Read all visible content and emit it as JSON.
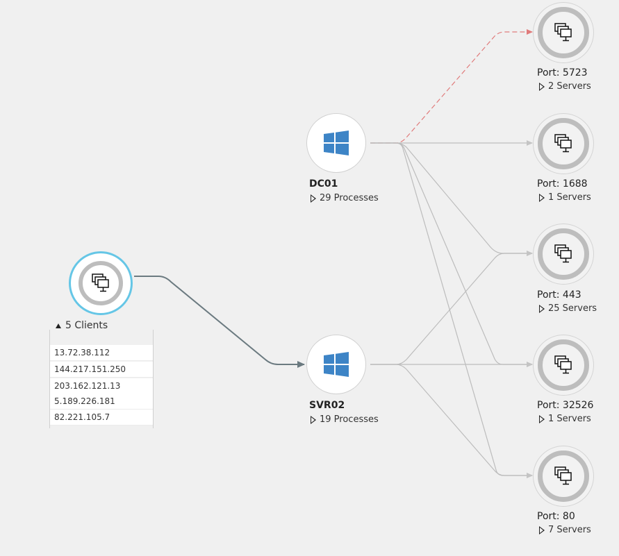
{
  "client_group": {
    "label": "5 Clients",
    "ips": [
      "13.72.38.112",
      "144.217.151.250",
      "203.162.121.13",
      "5.189.226.181",
      "82.221.105.7"
    ],
    "accent_color": "#65c6e6"
  },
  "machines": [
    {
      "name": "DC01",
      "processes": "29 Processes"
    },
    {
      "name": "SVR02",
      "processes": "19 Processes"
    }
  ],
  "ports": [
    {
      "label": "Port: 5723",
      "servers": "2 Servers"
    },
    {
      "label": "Port: 1688",
      "servers": "1 Servers"
    },
    {
      "label": "Port: 443",
      "servers": "25 Servers"
    },
    {
      "label": "Port: 32526",
      "servers": "1 Servers"
    },
    {
      "label": "Port: 80",
      "servers": "7 Servers"
    }
  ],
  "colors": {
    "failed_connection": "#e07b7b",
    "connection": "#b8b8b8",
    "client_connection": "#6b7a80",
    "windows_blue": "#3d84c6"
  },
  "icons": {
    "client": "server-group-icon",
    "machine": "windows-logo-icon",
    "port": "server-group-icon"
  }
}
